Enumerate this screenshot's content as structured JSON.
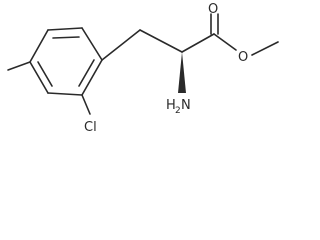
{
  "molecule": {
    "atoms": {
      "carbonyl_oxygen": "O",
      "ester_oxygen": "O",
      "amine_nitrogen": "N",
      "amine_hydrogen": "H",
      "amine_hydrogen_count": "2",
      "chlorine": "Cl"
    }
  }
}
